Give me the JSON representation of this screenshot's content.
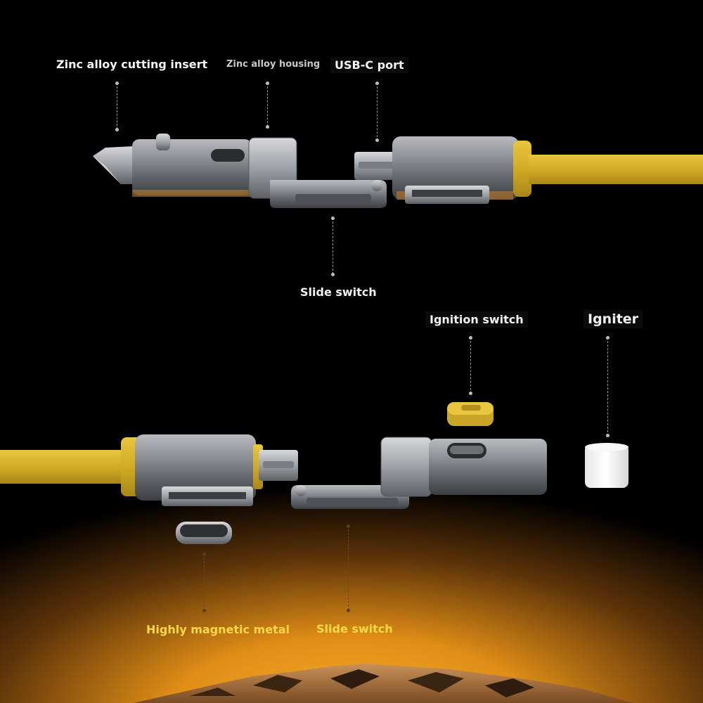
{
  "callouts": {
    "zinc_cutting_insert": "Zinc alloy cutting insert",
    "zinc_housing": "Zinc alloy housing",
    "usbc_port": "USB-C port",
    "slide_switch_top": "Slide switch",
    "ignition_switch": "Ignition switch",
    "igniter": "Igniter",
    "magnetic_metal": "Highly magnetic metal",
    "slide_switch_bottom": "Slide switch"
  },
  "colors": {
    "background_top": "#000000",
    "glow": "#f0a020",
    "cable_yellow": "#d9b42a",
    "metal_grey": "#8a8d90",
    "label_white": "#f2f2f2",
    "label_gold": "#ffd84a"
  }
}
